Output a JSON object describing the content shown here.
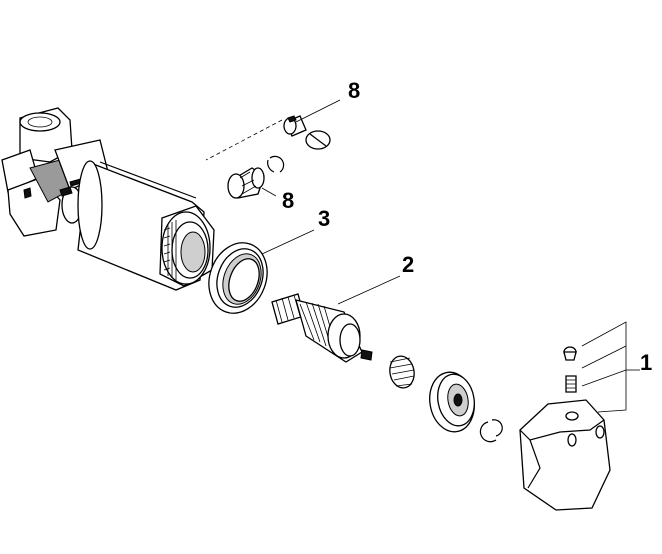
{
  "callouts": {
    "c1": "1",
    "c2": "2",
    "c3": "3",
    "c8_top": "8",
    "c8_mid": "8"
  }
}
